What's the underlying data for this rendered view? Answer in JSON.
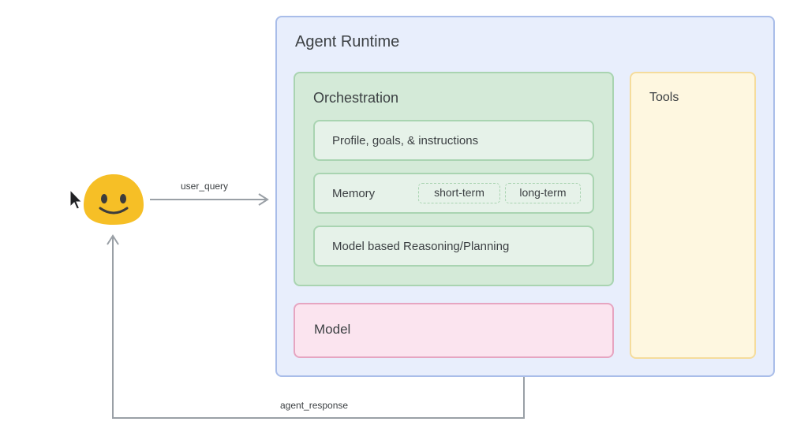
{
  "runtime": {
    "title": "Agent Runtime"
  },
  "orchestration": {
    "title": "Orchestration",
    "profile_label": "Profile, goals, & instructions",
    "memory": {
      "label": "Memory",
      "chips": [
        "short-term",
        "long-term"
      ]
    },
    "reasoning_label": "Model based Reasoning/Planning"
  },
  "model": {
    "label": "Model"
  },
  "tools": {
    "label": "Tools"
  },
  "edges": {
    "query_label": "user_query",
    "response_label": "agent_response"
  },
  "user": {
    "icon": "smiley-face-icon"
  },
  "colors": {
    "runtime_fill": "#e8eefc",
    "runtime_border": "#a9bde9",
    "orchestration_fill": "#d4ead8",
    "orchestration_border": "#a9d4b1",
    "model_fill": "#fbe4ef",
    "model_border": "#e6a5c1",
    "tools_fill": "#fef7e0",
    "tools_border": "#f5dc9c",
    "user_face": "#f6bf26",
    "arrow": "#9aa0a6"
  }
}
